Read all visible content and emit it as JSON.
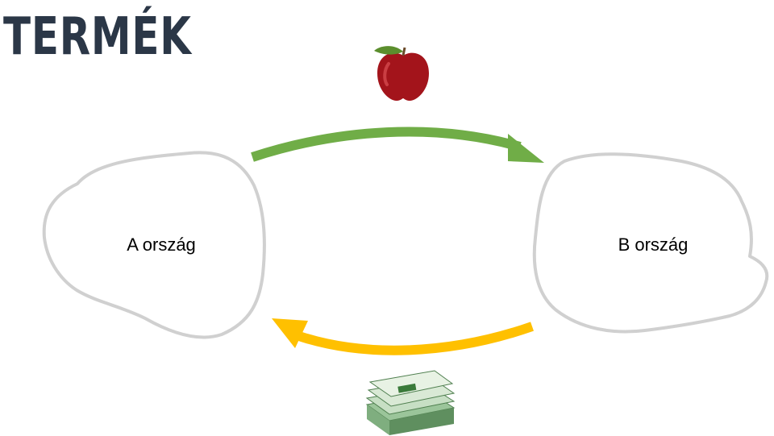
{
  "title": "TERMÉK",
  "country_a": {
    "label": "A ország"
  },
  "country_b": {
    "label": "B ország"
  },
  "flow_goods": {
    "color": "#70ad47",
    "icon": "apple-icon"
  },
  "flow_money": {
    "color": "#ffc000",
    "icon": "money-stack-icon"
  }
}
